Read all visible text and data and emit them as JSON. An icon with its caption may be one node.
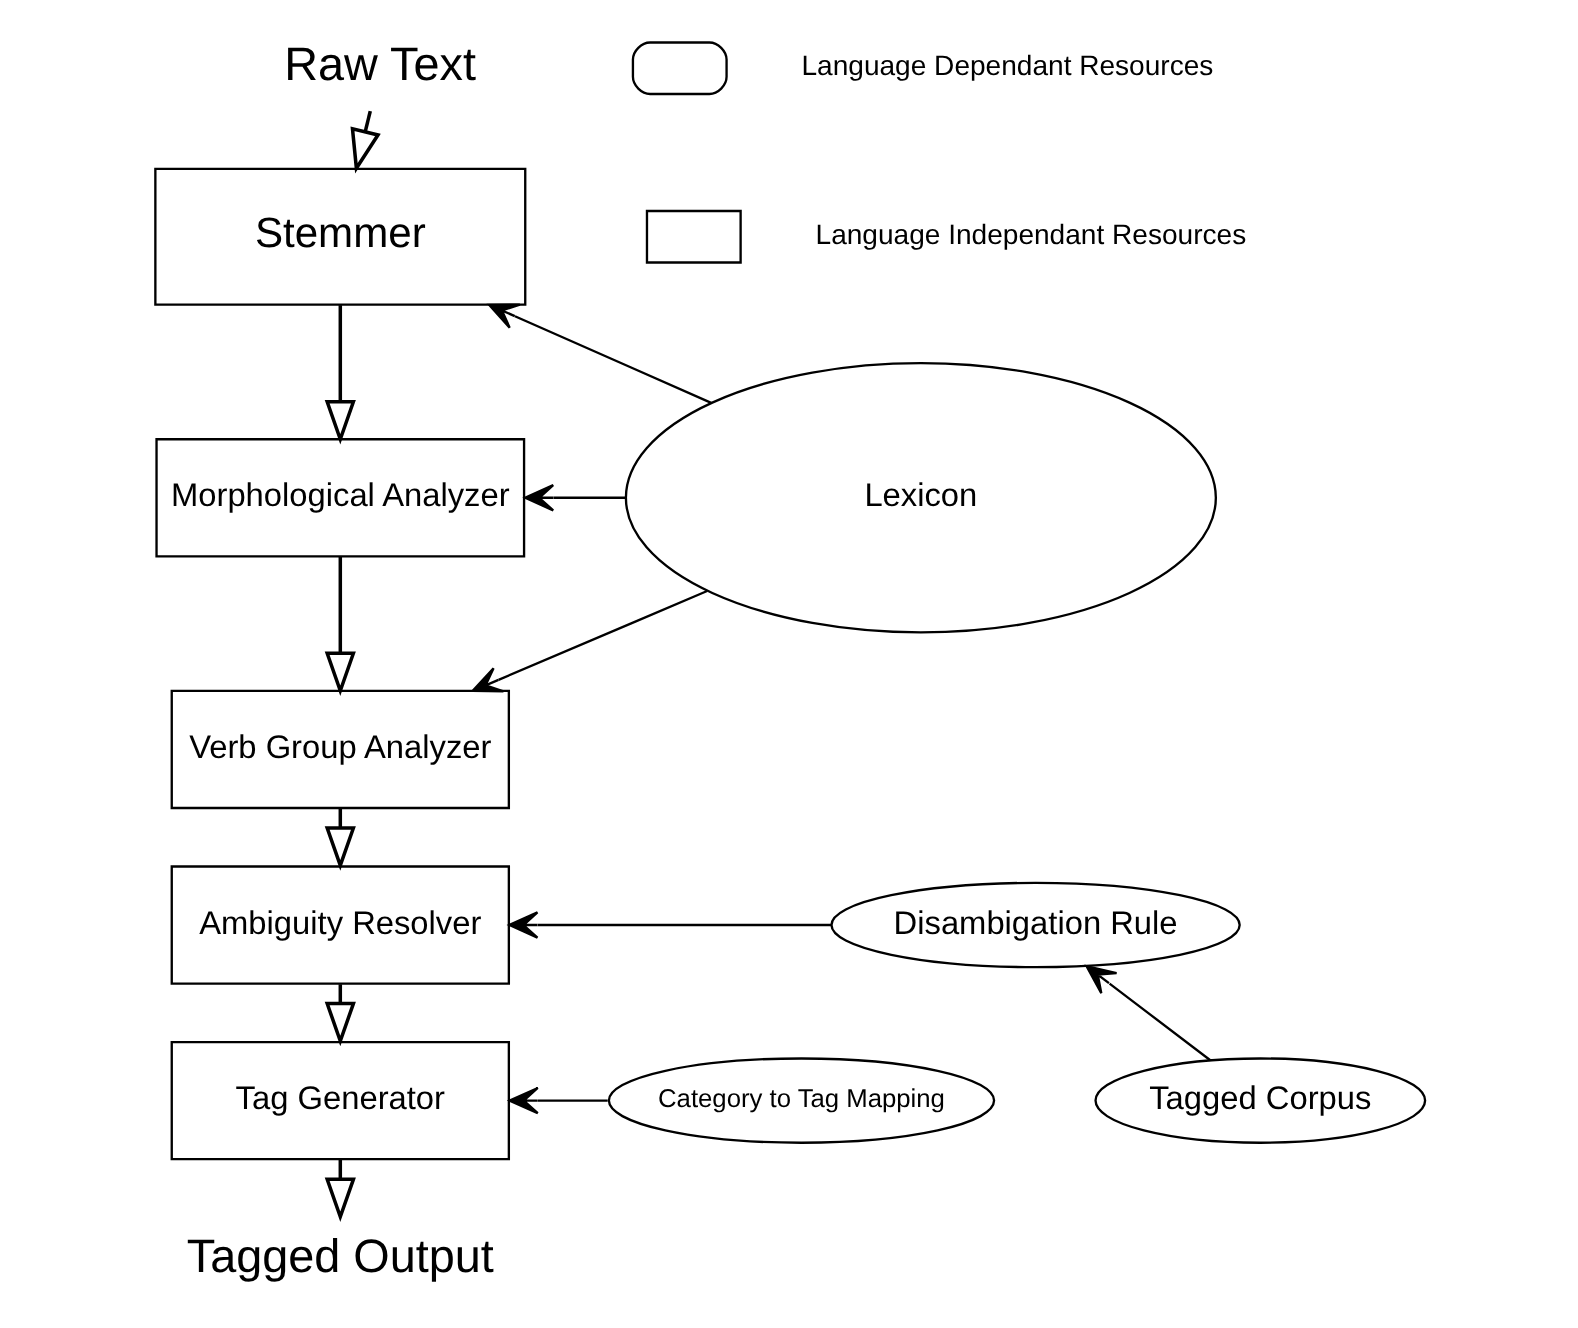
{
  "diagram": {
    "nodes": [
      {
        "text": [
          "Raw Text"
        ]
      },
      {
        "text": [
          "Stemmer"
        ]
      },
      {
        "text": [
          "Morphological Analyzer"
        ]
      },
      {
        "text": [
          "Verb Group Analyzer"
        ]
      },
      {
        "text": [
          "Ambiguity Resolver"
        ]
      },
      {
        "text": [
          "Tag Generator"
        ]
      },
      {
        "text": [
          "Tagged Output"
        ]
      },
      {
        "text": [
          "Lexicon"
        ]
      },
      {
        "text": [
          "Disambigation Rule"
        ]
      },
      {
        "text": [
          "Tagged Corpus"
        ]
      },
      {
        "text": [
          "Category to Tag Mapping"
        ]
      }
    ],
    "edges": [
      {
        "from": 0,
        "to": 1,
        "arrow": "to"
      },
      {
        "from": 1,
        "to": 2,
        "arrow": "to"
      },
      {
        "from": 2,
        "to": 3,
        "arrow": "to"
      },
      {
        "from": 3,
        "to": 4,
        "arrow": "to"
      },
      {
        "from": 4,
        "to": 5,
        "arrow": "to"
      },
      {
        "from": 5,
        "to": 6,
        "arrow": "to"
      },
      {
        "from": 7,
        "to": 1,
        "arrow": "to"
      },
      {
        "from": 7,
        "to": 2,
        "arrow": "to"
      },
      {
        "from": 7,
        "to": 3,
        "arrow": "to"
      },
      {
        "from": 8,
        "to": 4,
        "arrow": "to"
      },
      {
        "from": 9,
        "to": 8,
        "arrow": "to"
      },
      {
        "from": 10,
        "to": 5,
        "arrow": "to"
      }
    ],
    "legend": [
      {
        "text": "Language Dependant Resources"
      },
      {
        "text": "Language Independant Resources"
      }
    ]
  }
}
